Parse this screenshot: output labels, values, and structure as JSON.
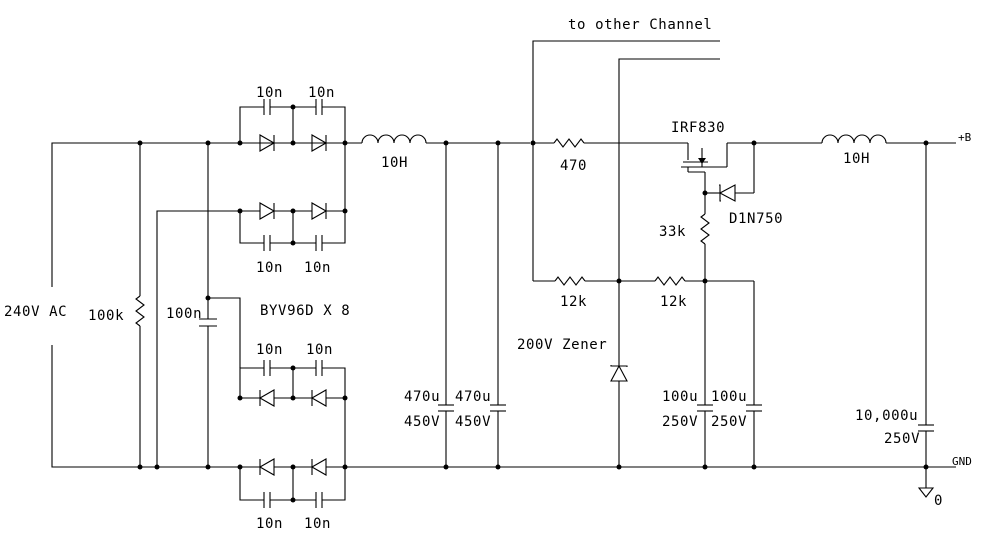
{
  "labels": {
    "source": "240V AC",
    "r_bleed": "100k",
    "c_input": "100n",
    "diodes": "BYV96D X 8",
    "snubber_cap": "10n",
    "choke1": "10H",
    "choke2": "10H",
    "cap_470u": "470u",
    "cap_450v": "450V",
    "r_470": "470",
    "r_12k": "12k",
    "r_33k": "33k",
    "mosfet": "IRF830",
    "zener_d": "D1N750",
    "zener_200": "200V Zener",
    "cap_100u": "100u",
    "cap_250v": "250V",
    "cap_out_val": "10,000u",
    "cap_out_v": "250V",
    "out_b": "+B",
    "out_gnd": "GND",
    "ground_node": "0",
    "other_channel": "to other Channel"
  }
}
